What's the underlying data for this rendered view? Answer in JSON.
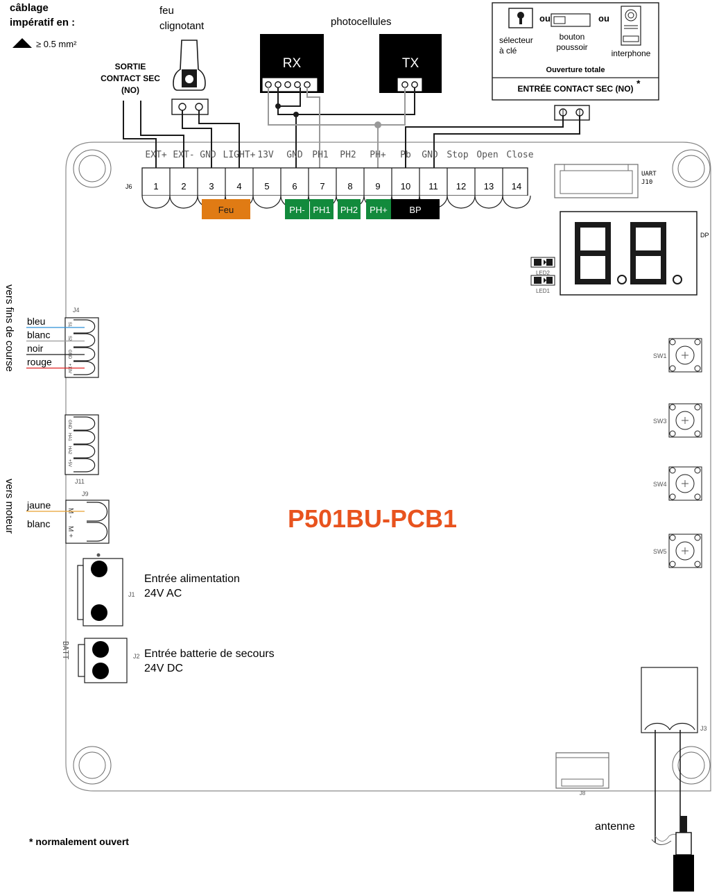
{
  "wiring_note": {
    "title_line1": "câblage",
    "title_line2": "impératif en :",
    "section": "≥ 0.5 mm²"
  },
  "flasher": {
    "label_line1": "feu",
    "label_line2": "clignotant"
  },
  "dry_contact_out": {
    "line1": "SORTIE",
    "line2": "CONTACT SEC",
    "line3": "(NO)"
  },
  "photocells": {
    "label": "photocellules",
    "rx": "RX",
    "tx": "TX"
  },
  "input_box": {
    "or_1": "ou",
    "or_2": "ou",
    "key_selector_line1": "sélecteur",
    "key_selector_line2": "à clé",
    "push_button_line1": "bouton",
    "push_button_line2": "poussoir",
    "intercom": "interphone",
    "full_opening": "Ouverture totale",
    "dry_contact_in": "ENTRÉE CONTACT SEC (NO)",
    "asterisk": "*"
  },
  "terminal_block": {
    "connector_id": "J6",
    "pin_labels": [
      "EXT+",
      "EXT-",
      "GND",
      "LIGHT+",
      "13V",
      "GND",
      "PH1",
      "PH2",
      "PH+",
      "Pb",
      "GND",
      "Stop",
      "Open",
      "Close"
    ],
    "pin_numbers": [
      "1",
      "2",
      "3",
      "4",
      "5",
      "6",
      "7",
      "8",
      "9",
      "10",
      "11",
      "12",
      "13",
      "14"
    ],
    "tags": [
      {
        "label": "Feu",
        "color": "#e07b14"
      },
      {
        "label": "PH-",
        "color": "#128a3c"
      },
      {
        "label": "PH1",
        "color": "#128a3c"
      },
      {
        "label": "PH2",
        "color": "#128a3c"
      },
      {
        "label": "PH+",
        "color": "#128a3c"
      },
      {
        "label": "BP",
        "color": "#000000"
      }
    ]
  },
  "uart": {
    "line1": "UART",
    "line2": "J10"
  },
  "display": {
    "id": "DP",
    "led2": "LED2",
    "led1": "LED1"
  },
  "buttons": [
    "SW1",
    "SW3",
    "SW4",
    "SW5"
  ],
  "limit_switches": {
    "side_label": "vers fins de course",
    "connector_id": "J4",
    "wires": [
      {
        "label": "bleu",
        "color": "#2a8fd8"
      },
      {
        "label": "blanc",
        "color": "#9a9a9a"
      },
      {
        "label": "noir",
        "color": "#1a1a1a"
      },
      {
        "label": "rouge",
        "color": "#e02020"
      }
    ],
    "pins": [
      "S1",
      "S2",
      "GND",
      "+13V"
    ]
  },
  "j11": {
    "id": "J11",
    "pins": [
      "GND",
      "HA1",
      "HA2",
      "+5V"
    ]
  },
  "motor": {
    "side_label": "vers moteur",
    "connector_id": "J9",
    "wires": [
      {
        "label": "jaune",
        "color": "#e8a030"
      },
      {
        "label": "blanc",
        "color": "#9a9a9a"
      }
    ],
    "pins": [
      "M -",
      "M +"
    ]
  },
  "board_name": {
    "text": "P501BU-PCB1",
    "color": "#e8531e"
  },
  "power": {
    "id": "J1",
    "line1": "Entrée alimentation",
    "line2": "24V AC"
  },
  "battery": {
    "id": "J2",
    "side_label": "BATT",
    "line1": "Entrée batterie de secours",
    "line2": "24V DC"
  },
  "antenna": {
    "connector_id": "J3",
    "label": "antenne"
  },
  "j8": "J8",
  "footnote": "* normalement ouvert"
}
